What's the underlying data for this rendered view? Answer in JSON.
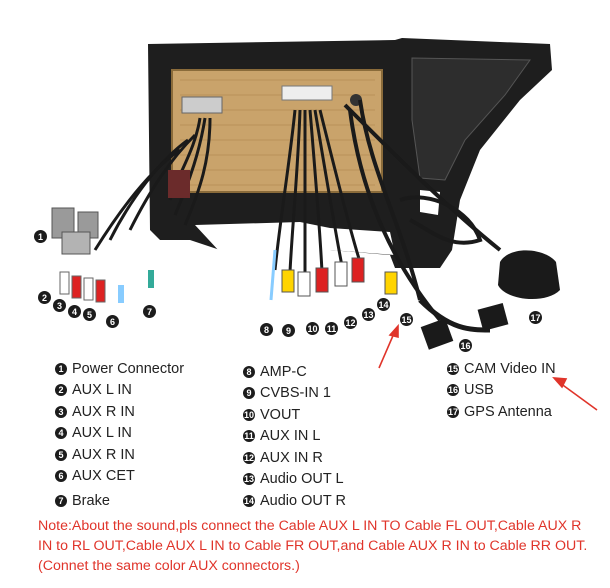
{
  "legend": [
    {
      "n": "1",
      "label": "Power Connector"
    },
    {
      "n": "2",
      "label": "AUX  L IN"
    },
    {
      "n": "3",
      "label": "AUX R IN"
    },
    {
      "n": "4",
      "label": "AUX  L IN"
    },
    {
      "n": "5",
      "label": "AUX R IN"
    },
    {
      "n": "6",
      "label": "AUX CET"
    },
    {
      "n": "7",
      "label": "Brake"
    },
    {
      "n": "8",
      "label": "AMP-C"
    },
    {
      "n": "9",
      "label": "CVBS-IN 1"
    },
    {
      "n": "10",
      "label": "VOUT"
    },
    {
      "n": "11",
      "label": "AUX IN L"
    },
    {
      "n": "12",
      "label": "AUX IN R"
    },
    {
      "n": "13",
      "label": "Audio OUT L"
    },
    {
      "n": "14",
      "label": "Audio OUT R"
    },
    {
      "n": "15",
      "label": "CAM Video IN"
    },
    {
      "n": "16",
      "label": "USB"
    },
    {
      "n": "17",
      "label": "GPS Antenna"
    }
  ],
  "note": "Note:About the sound,pls connect the Cable AUX L IN TO Cable FL OUT,Cable AUX R IN to RL OUT,Cable AUX L IN to Cable FR OUT,and Cable AUX R IN to Cable RR OUT.(Connet the same color AUX connectors.)",
  "colors": {
    "note": "#e0342a",
    "arrow": "#e0342a",
    "frame": "#1e1e1e",
    "board": "#c9a36b"
  }
}
